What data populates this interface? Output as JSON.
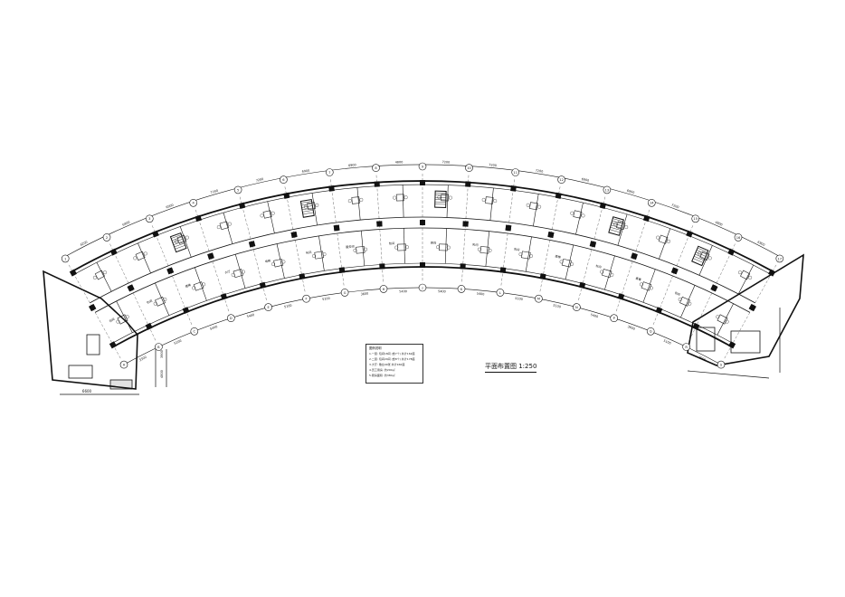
{
  "drawing": {
    "title": "平面布置图 1:250",
    "legend": {
      "title": "图例说明",
      "rows": [
        "1.一层: 包间18间 (含7个) 共计162座",
        "2.二层: 包间20间 (含8个) 共计178座",
        "3.大厅: 散台40张 共计160座",
        "4.员工用房: 约200㎡",
        "5.厨房面积: 约380㎡"
      ]
    },
    "dims": {
      "outer": [
        "4200",
        "6900",
        "6900",
        "7200",
        "7200",
        "6900",
        "6900",
        "4800",
        "7200",
        "7200",
        "7200",
        "6900",
        "6900",
        "7200",
        "4800",
        "6900"
      ],
      "inner": [
        "3300",
        "5100",
        "5400",
        "5400",
        "5100",
        "5100",
        "3600",
        "5400",
        "5400",
        "5400",
        "5100",
        "5100",
        "5400",
        "3600",
        "5100",
        "3900"
      ],
      "left_wing": [
        "3900",
        "4800"
      ],
      "left_bottom": "6600"
    },
    "axes_outer": [
      "1",
      "2",
      "3",
      "4",
      "5",
      "6",
      "7",
      "8",
      "9",
      "10",
      "11",
      "12",
      "13",
      "14",
      "15",
      "16",
      "17"
    ],
    "axes_inner": [
      "A",
      "B",
      "C",
      "D",
      "E",
      "F",
      "G",
      "H",
      "J",
      "K",
      "L",
      "M",
      "N",
      "P",
      "Q",
      "R",
      "S"
    ],
    "room_labels": [
      "包间",
      "包间",
      "楼梯",
      "大厅",
      "电梯",
      "包间",
      "服务间",
      "包间",
      "厨房",
      "包间",
      "包间",
      "楼梯",
      "包间",
      "备餐",
      "包间"
    ]
  }
}
